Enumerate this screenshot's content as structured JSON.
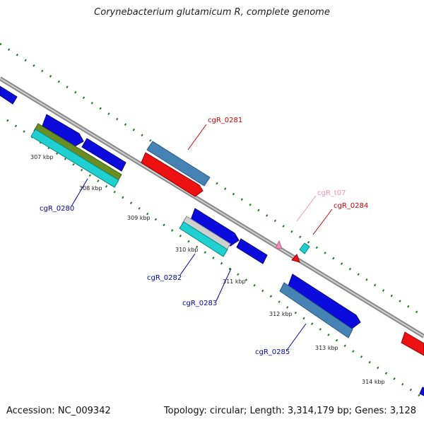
{
  "title": "Corynebacterium glutamicum R, complete genome",
  "accession": "Accession: NC_009342",
  "summary": "Topology: circular; Length: 3,314,179 bp; Genes: 3,128",
  "colors": {
    "backbone": "#8a8a8a",
    "dotted_track": "#1c7a1c",
    "label_blue": "#0000aa",
    "label_red": "#cc0000",
    "label_pink": "#f090b8"
  },
  "ticks": [
    {
      "label": "307 kbp"
    },
    {
      "label": "308 kbp"
    },
    {
      "label": "309 kbp"
    },
    {
      "label": "310 kbp"
    },
    {
      "label": "311 kbp"
    },
    {
      "label": "312 kbp"
    },
    {
      "label": "313 kbp"
    },
    {
      "label": "314 kbp"
    }
  ],
  "gene_labels": [
    {
      "text": "cgR_0280",
      "color": "#0000aa"
    },
    {
      "text": "cgR_0281",
      "color": "#cc0000"
    },
    {
      "text": "cgR_0282",
      "color": "#0000aa"
    },
    {
      "text": "cgR_0283",
      "color": "#0000aa"
    },
    {
      "text": "cgR_t07",
      "color": "#f090b8"
    },
    {
      "text": "cgR_0284",
      "color": "#cc0000"
    },
    {
      "text": "cgR_0285",
      "color": "#0000aa"
    }
  ]
}
